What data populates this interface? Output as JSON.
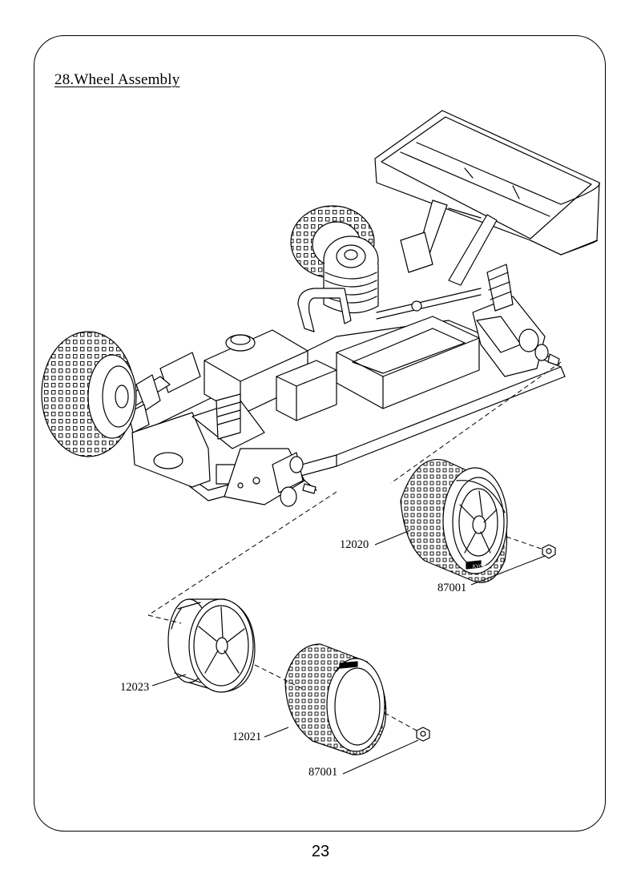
{
  "section_title": "28.Wheel Assembly",
  "page_number": "23",
  "parts": [
    {
      "part_no": "12020"
    },
    {
      "part_no": "87001"
    },
    {
      "part_no": "12023"
    },
    {
      "part_no": "12021"
    },
    {
      "part_no": "87001"
    }
  ],
  "tire_brand_mark": "KYOB"
}
